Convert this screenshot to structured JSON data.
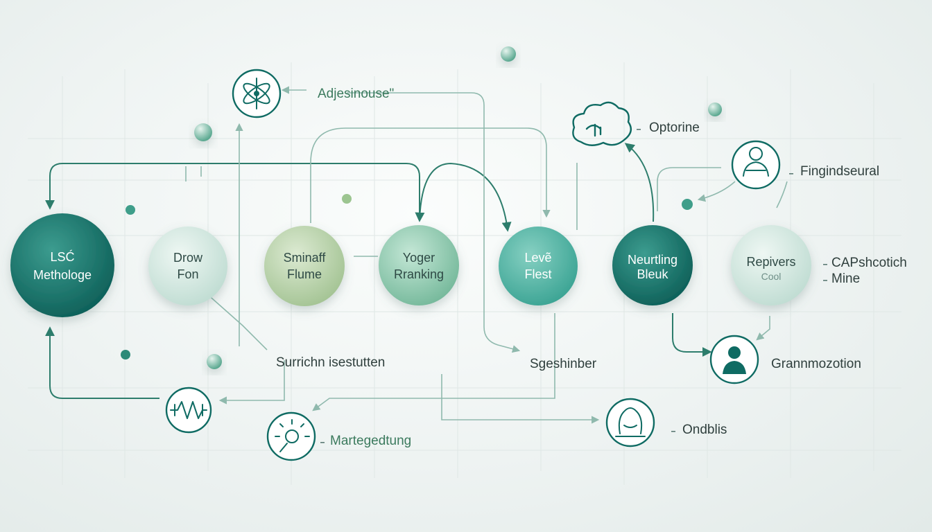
{
  "nodes": [
    {
      "id": "lsc",
      "line1": "LSĆ",
      "line2": "Methologe"
    },
    {
      "id": "drow",
      "line1": "Drow",
      "line2": "Fon"
    },
    {
      "id": "sminaff",
      "line1": "Sminaff",
      "line2": "Flume"
    },
    {
      "id": "yoger",
      "line1": "Yoger",
      "line2": "Rranking"
    },
    {
      "id": "leve",
      "line1": "Levẽ",
      "line2": "Flest"
    },
    {
      "id": "neurtling",
      "line1": "Neurtling",
      "line2": "Bleuk"
    },
    {
      "id": "repivers",
      "line1": "Repivers",
      "line2": "Cool"
    }
  ],
  "labels": {
    "adjesinouse": "Adjesinouse\"",
    "optorine": "Optorine",
    "fingindseural": "Fingindseural",
    "capshcotich": "CAPshcotich",
    "mine": "Mine",
    "grannmozotion": "Grannmozotion",
    "ondblis": "Ondblis",
    "surrichn": "Surrichn isestutten",
    "sgeshinber": "Sgeshinber",
    "martegedtung": "Martegedtung"
  },
  "colors": {
    "teal_dark": "#0f6b63",
    "teal_mid": "#3f9e8a",
    "mint": "#cfe7df",
    "sage": "#a9c99c"
  },
  "icons": [
    "atom-icon",
    "cloud-icon",
    "user-badge-icon",
    "user-icon",
    "hood-icon",
    "wave-icon",
    "bulb-icon"
  ]
}
